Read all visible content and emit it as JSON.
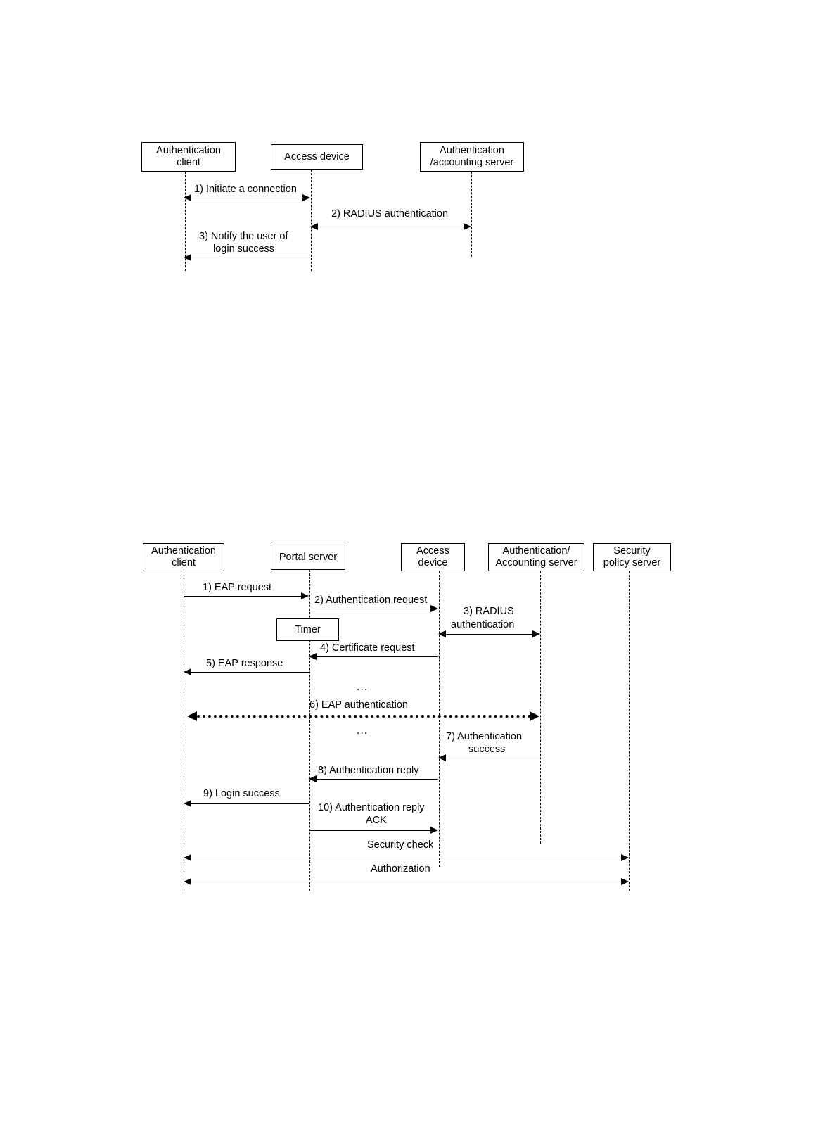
{
  "page": {
    "background_color": "#ffffff",
    "line_color": "#000000"
  },
  "diagram1": {
    "title": "RADIUS authentication sequence",
    "participants": [
      {
        "id": "auth-client",
        "label": "Authentication\nclient",
        "line1": "Authentication",
        "line2": "client"
      },
      {
        "id": "access-device",
        "label": "Access device",
        "line1": "Access device",
        "line2": ""
      },
      {
        "id": "auth-acct-server",
        "label": "Authentication\n/accounting server",
        "line1": "Authentication",
        "line2": "/accounting server"
      }
    ],
    "messages": [
      {
        "number": "1)",
        "text": "1) Initiate a connection",
        "from": "auth-client",
        "to": "access-device",
        "direction": "both",
        "style": "solid"
      },
      {
        "number": "2)",
        "text": "2) RADIUS authentication",
        "from": "access-device",
        "to": "auth-acct-server",
        "direction": "both",
        "style": "solid"
      },
      {
        "number": "3)",
        "text": "3) Notify the user of\nlogin success",
        "line1": "3) Notify the user of",
        "line2": "login success",
        "from": "access-device",
        "to": "auth-client",
        "direction": "left",
        "style": "solid"
      }
    ]
  },
  "diagram2": {
    "title": "Portal EAP authentication sequence",
    "participants": [
      {
        "id": "auth-client",
        "label": "Authentication\nclient",
        "line1": "Authentication",
        "line2": "client"
      },
      {
        "id": "portal-server",
        "label": "Portal server",
        "line1": "Portal server",
        "line2": ""
      },
      {
        "id": "access-device",
        "label": "Access\ndevice",
        "line1": "Access",
        "line2": "device"
      },
      {
        "id": "auth-acct-server",
        "label": "Authentication/\nAccounting server",
        "line1": "Authentication/",
        "line2": "Accounting server"
      },
      {
        "id": "security-policy-server",
        "label": "Security\npolicy server",
        "line1": "Security",
        "line2": "policy server"
      }
    ],
    "timer_box_label": "Timer",
    "ellipsis": "...",
    "messages": [
      {
        "number": "1)",
        "text": "1) EAP request",
        "from": "auth-client",
        "to": "portal-server",
        "direction": "right",
        "style": "solid"
      },
      {
        "number": "2)",
        "text": "2) Authentication request",
        "from": "portal-server",
        "to": "access-device",
        "direction": "right",
        "style": "solid"
      },
      {
        "number": "3)",
        "text": "3) RADIUS\nauthentication",
        "line1": "3) RADIUS",
        "line2": "authentication",
        "from": "access-device",
        "to": "auth-acct-server",
        "direction": "both",
        "style": "solid"
      },
      {
        "number": "4)",
        "text": "4) Certificate request",
        "from": "access-device",
        "to": "portal-server",
        "direction": "left",
        "style": "solid"
      },
      {
        "number": "5)",
        "text": "5) EAP response",
        "from": "portal-server",
        "to": "auth-client",
        "direction": "left",
        "style": "solid"
      },
      {
        "number": "6)",
        "text": "6) EAP authentication",
        "from": "auth-client",
        "to": "auth-acct-server",
        "direction": "both",
        "style": "dotted"
      },
      {
        "number": "7)",
        "text": "7) Authentication\nsuccess",
        "line1": "7) Authentication",
        "line2": "success",
        "from": "auth-acct-server",
        "to": "access-device",
        "direction": "left",
        "style": "solid"
      },
      {
        "number": "8)",
        "text": "8) Authentication reply",
        "from": "access-device",
        "to": "portal-server",
        "direction": "left",
        "style": "solid"
      },
      {
        "number": "9)",
        "text": "9) Login success",
        "from": "portal-server",
        "to": "auth-client",
        "direction": "left",
        "style": "solid"
      },
      {
        "number": "10)",
        "text": "10) Authentication reply\nACK",
        "line1": "10) Authentication reply",
        "line2": "ACK",
        "from": "portal-server",
        "to": "access-device",
        "direction": "right",
        "style": "solid"
      },
      {
        "number": "",
        "text": "Security check",
        "from": "auth-client",
        "to": "security-policy-server",
        "direction": "both",
        "style": "solid"
      },
      {
        "number": "",
        "text": "Authorization",
        "from": "auth-client",
        "to": "security-policy-server",
        "direction": "both",
        "style": "solid"
      }
    ]
  }
}
